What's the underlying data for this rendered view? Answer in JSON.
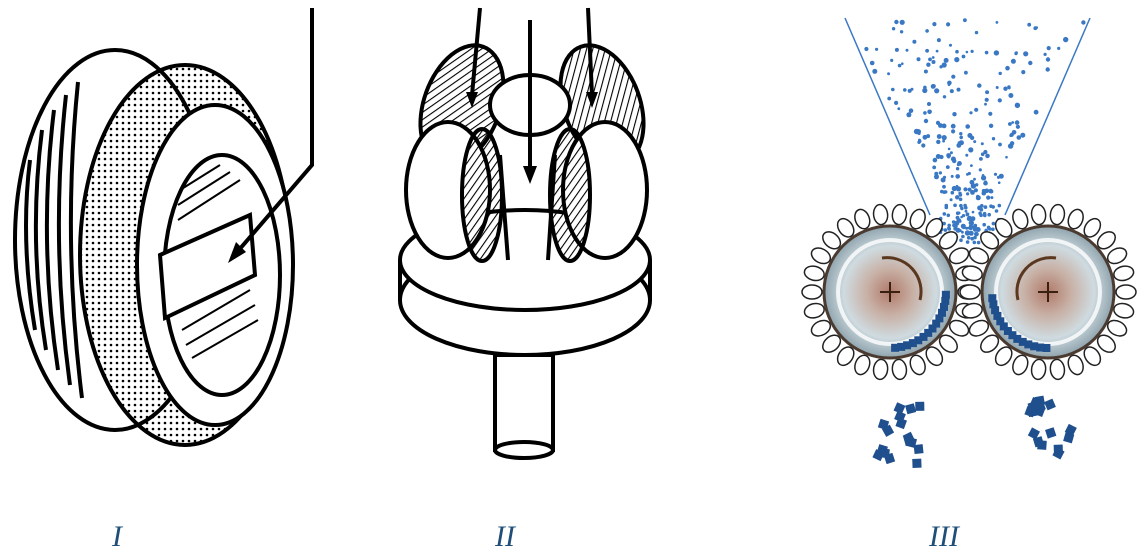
{
  "figure": {
    "panels": [
      {
        "label": "I",
        "device": "knurled-wheel"
      },
      {
        "label": "II",
        "device": "four-roller-head"
      },
      {
        "label": "III",
        "device": "gear-rollers"
      }
    ],
    "colors": {
      "line": "#000000",
      "particles": "#3a78c4",
      "particles_dark": "#1f4f8c",
      "label": "#1f4e79",
      "roller_hub": "#b07a6a",
      "roller_edge": "#d8e2e8",
      "arrow": "#5a3820"
    }
  }
}
